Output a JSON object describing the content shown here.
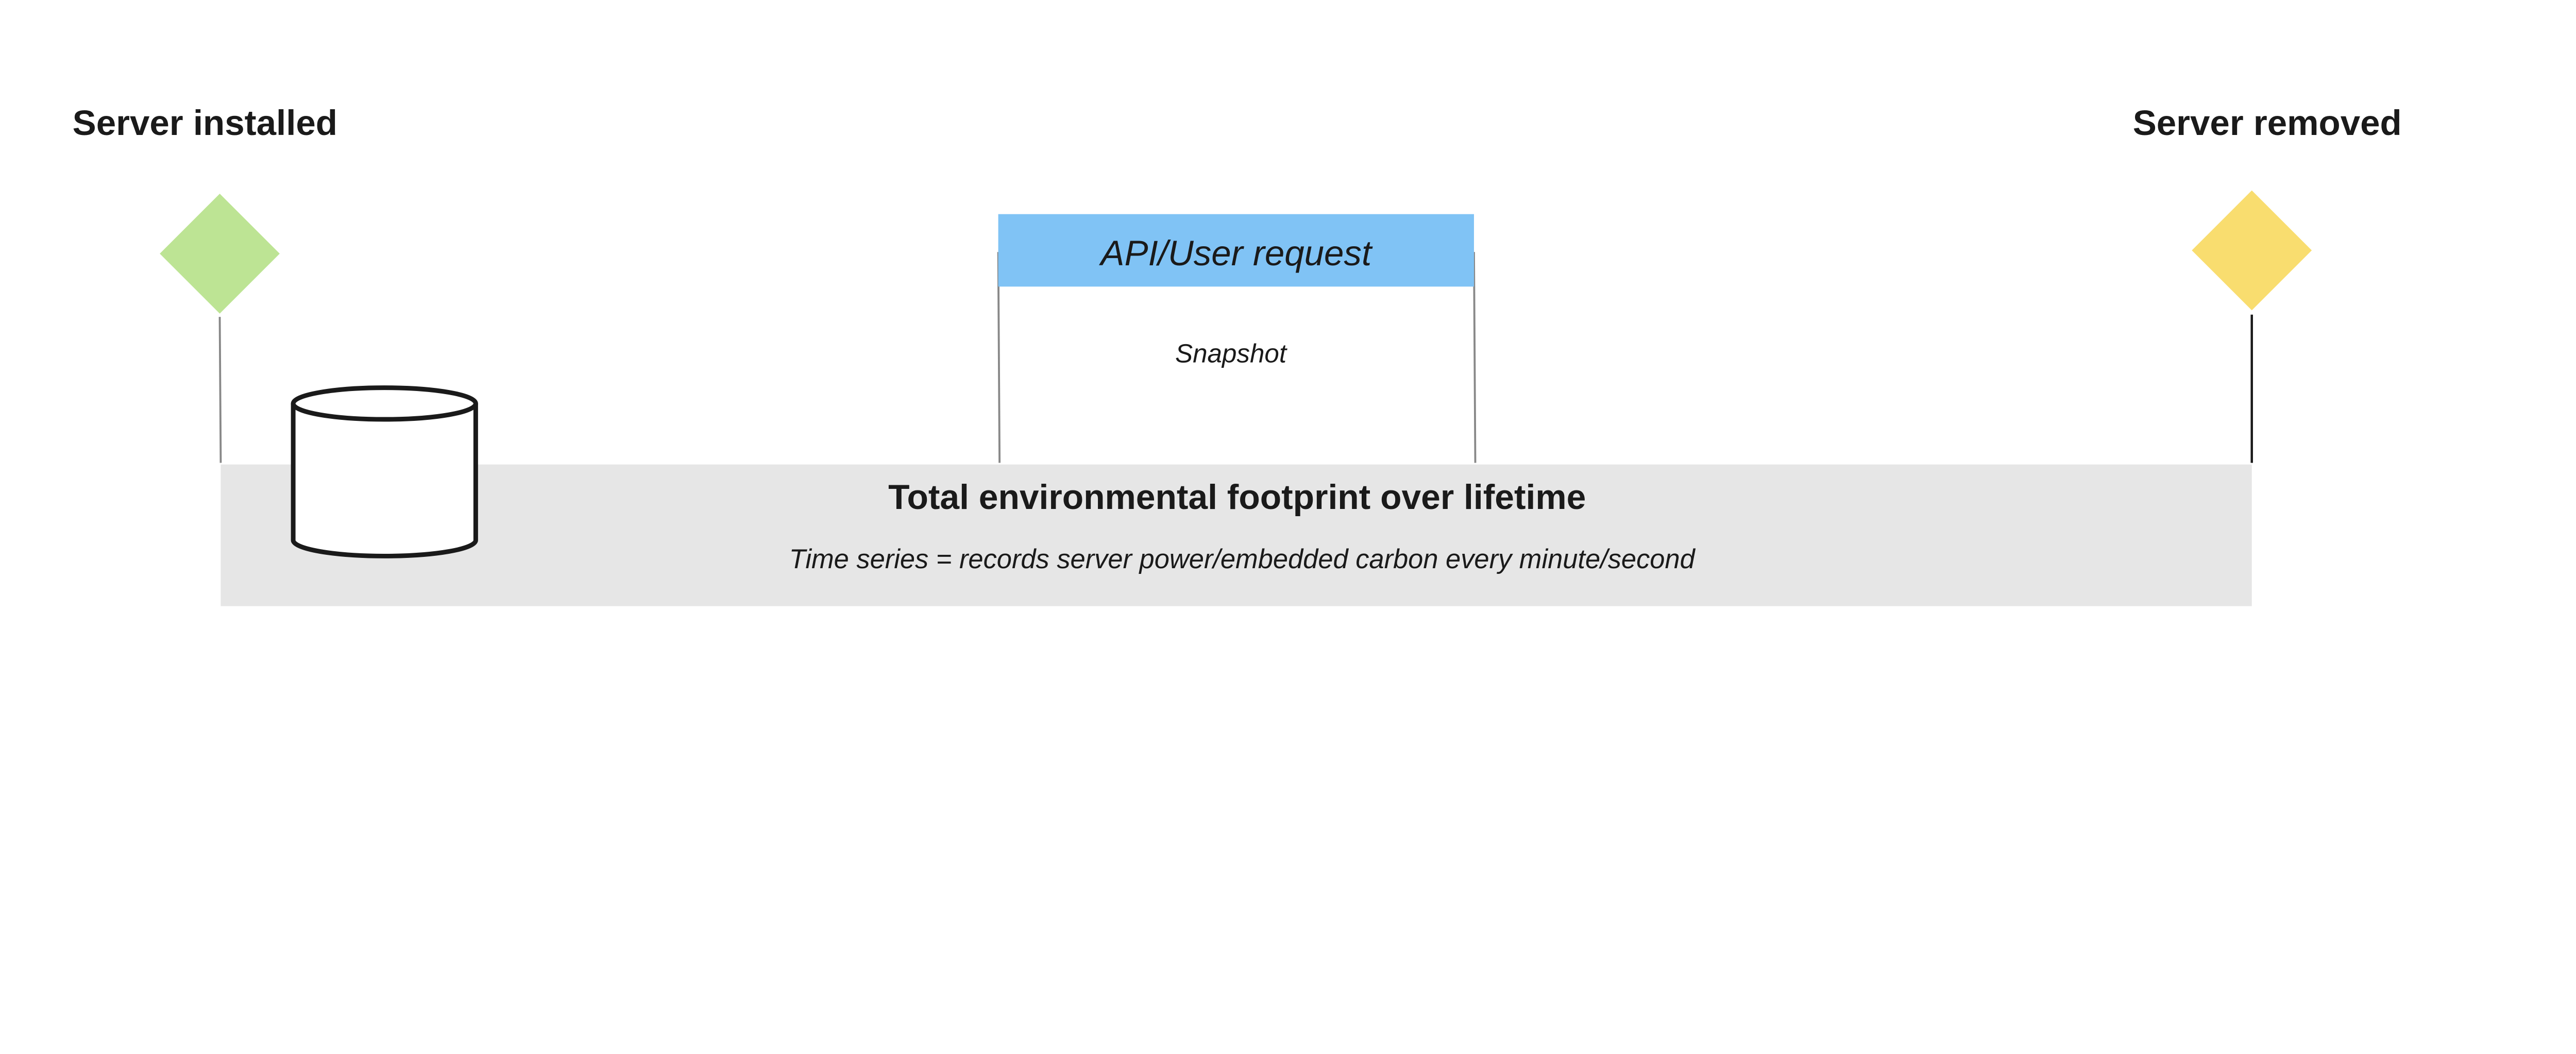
{
  "milestones": {
    "start": {
      "label": "Server installed",
      "color": "#bde494"
    },
    "end": {
      "label": "Server removed",
      "color": "#f9dd6f"
    }
  },
  "request": {
    "label": "API/User request",
    "color": "#80c3f5",
    "caption": "Snapshot"
  },
  "lifetime": {
    "title": "Total environmental footprint over lifetime",
    "subtitle": "Time series = records server power/embedded carbon every minute/second",
    "color": "#e6e6e6"
  },
  "icons": {
    "database": "database-cylinder-icon"
  }
}
